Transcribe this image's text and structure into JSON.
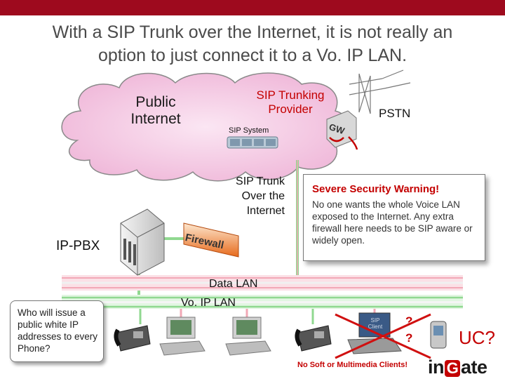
{
  "title_line1": "With a SIP Trunk over the Internet, it is not really an",
  "title_line2": "option to just connect it to a Vo. IP LAN.",
  "cloud": {
    "public_line1": "Public",
    "public_line2": "Internet",
    "provider_line1": "SIP Trunking",
    "provider_line2": "Provider",
    "sip_system": "SIP System",
    "gw": "GW"
  },
  "pstn": "PSTN",
  "sip_trunk": {
    "line1": "SIP Trunk",
    "line2": "Over the",
    "line3": "Internet"
  },
  "ip_pbx": "IP-PBX",
  "firewall": "Firewall",
  "warning": {
    "title": "Severe Security Warning!",
    "body": "No one wants the whole Voice LAN exposed to the Internet. Any extra firewall here needs to be SIP aware or widely open."
  },
  "data_lan": "Data LAN",
  "voip_lan": "Vo. IP LAN",
  "who_box": "Who will issue a public white IP addresses to every Phone?",
  "sip_client": {
    "line1": "SIP",
    "line2": "Client"
  },
  "question_marks": [
    "?",
    "?"
  ],
  "no_soft": "No Soft or Multimedia Clients!",
  "uc": "UC?",
  "logo": {
    "prefix": "in",
    "g": "G",
    "suffix": "ate"
  },
  "colors": {
    "brand": "#9e0a1e",
    "warning": "#c40000",
    "data_lan": "#f2a8b6",
    "voip_lan": "#90d890",
    "cloud": "#f4cbe4"
  }
}
